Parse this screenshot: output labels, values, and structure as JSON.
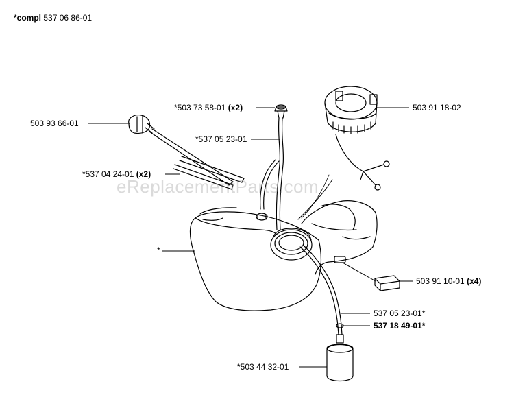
{
  "header": {
    "prefix": "*compl",
    "number": "537 06 86-01"
  },
  "watermark": "eReplacementParts.com",
  "callouts": [
    {
      "id": "primer-bulb",
      "text": "503 93 66-01",
      "qty": ""
    },
    {
      "id": "grommet",
      "text": "*503 73 58-01",
      "qty": "(x2)"
    },
    {
      "id": "fuel-hose-upper",
      "text": "*537 05 23-01",
      "qty": ""
    },
    {
      "id": "fuel-hose-pair",
      "text": "*537 04 24-01",
      "qty": "(x2)"
    },
    {
      "id": "fuel-cap",
      "text": "503 91 18-02",
      "qty": ""
    },
    {
      "id": "fuel-tank",
      "text": "*",
      "qty": ""
    },
    {
      "id": "damper",
      "text": "503 91 10-01",
      "qty": "(x4)"
    },
    {
      "id": "fuel-hose-lower",
      "text": "537 05 23-01*",
      "qty": ""
    },
    {
      "id": "ring",
      "text": "537 18 49-01*",
      "qty": ""
    },
    {
      "id": "fuel-filter",
      "text": "*503 44 32-01",
      "qty": ""
    }
  ]
}
